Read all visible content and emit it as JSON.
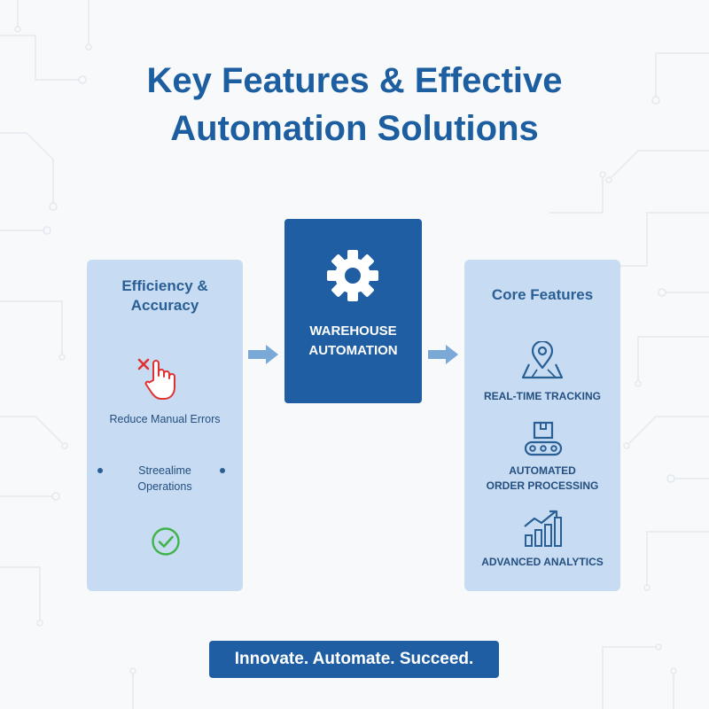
{
  "title": {
    "line1": "Key Features & Effective",
    "line2": "Automation Solutions"
  },
  "left_panel": {
    "heading_line1": "Efficiency &",
    "heading_line2": "Accuracy",
    "item1": "Reduce Manual Errors",
    "item2_line1": "Streealime",
    "item2_line2": "Operations"
  },
  "hub": {
    "label_line1": "WAREHOUSE",
    "label_line2": "AUTOMATION"
  },
  "right_panel": {
    "heading": "Core Features",
    "feature1": "REAL-TIME TRACKING",
    "feature2_line1": "AUTOMATED",
    "feature2_line2": "ORDER PROCESSING",
    "feature3": "ADVANCED ANALYTICS"
  },
  "footer": {
    "tagline": "Innovate. Automate. Succeed."
  },
  "icons": {
    "left": [
      "red-x-icon",
      "pointer-hand-icon",
      "bullet-dot-icon",
      "check-circle-icon"
    ],
    "hub": "gear-icon",
    "right": [
      "location-pin-map-icon",
      "conveyor-box-icon",
      "growth-chart-icon"
    ],
    "connectors": [
      "arrow-right-icon",
      "arrow-right-icon"
    ]
  },
  "colors": {
    "title": "#1c5ea0",
    "panel": "#c7dcf2",
    "hub": "#1f5ea3",
    "text": "#2a5f95",
    "arrow": "#7aa9d8",
    "error": "#e03131",
    "success": "#40b34a"
  }
}
